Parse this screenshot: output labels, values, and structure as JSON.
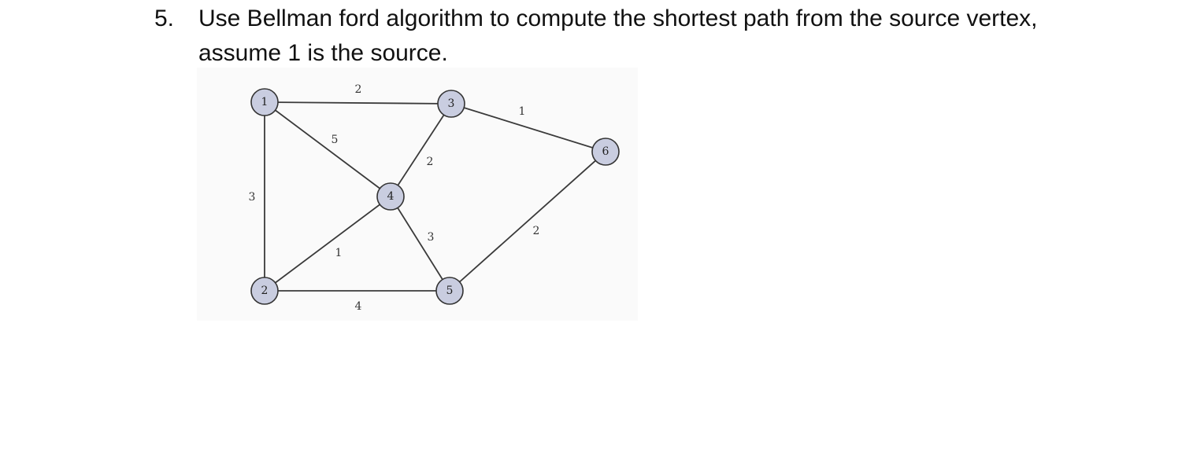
{
  "question": {
    "number": "5.",
    "line1": "Use Bellman ford algorithm to compute the shortest path from the source vertex,",
    "line2": "assume 1 is the source."
  },
  "graph": {
    "vertices": [
      "1",
      "2",
      "3",
      "4",
      "5",
      "6"
    ],
    "edges": [
      {
        "from": "1",
        "to": "3",
        "weight": "2"
      },
      {
        "from": "1",
        "to": "4",
        "weight": "5"
      },
      {
        "from": "1",
        "to": "2",
        "weight": "3"
      },
      {
        "from": "3",
        "to": "6",
        "weight": "1"
      },
      {
        "from": "3",
        "to": "4",
        "weight": "2"
      },
      {
        "from": "4",
        "to": "2",
        "weight": "1"
      },
      {
        "from": "4",
        "to": "5",
        "weight": "3"
      },
      {
        "from": "2",
        "to": "5",
        "weight": "4"
      },
      {
        "from": "5",
        "to": "6",
        "weight": "2"
      }
    ]
  }
}
